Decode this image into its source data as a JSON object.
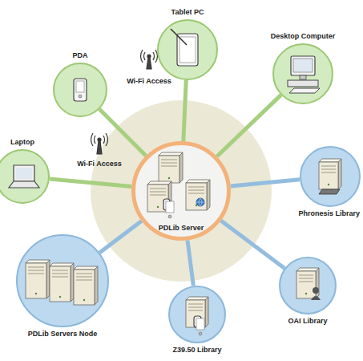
{
  "diagram": {
    "nodes": [
      {
        "text": [
          "Tablet PC"
        ]
      },
      {
        "text": [
          "PDA"
        ]
      },
      {
        "text": [
          "Desktop Computer"
        ]
      },
      {
        "text": [
          "Laptop"
        ]
      },
      {
        "text": [
          "PDLib Server"
        ]
      },
      {
        "text": [
          "Phronesis Library"
        ]
      },
      {
        "text": [
          "PDLib Servers Node"
        ]
      },
      {
        "text": [
          "OAI Library"
        ]
      },
      {
        "text": [
          "Z39.50 Library"
        ]
      }
    ],
    "edges": [
      {
        "from": 4,
        "to": 0,
        "arrow": "none"
      },
      {
        "from": 4,
        "to": 1,
        "arrow": "none"
      },
      {
        "from": 4,
        "to": 2,
        "arrow": "none"
      },
      {
        "from": 4,
        "to": 3,
        "arrow": "none"
      },
      {
        "from": 4,
        "to": 5,
        "arrow": "none"
      },
      {
        "from": 4,
        "to": 6,
        "arrow": "none"
      },
      {
        "from": 4,
        "to": 7,
        "arrow": "none"
      },
      {
        "from": 4,
        "to": 8,
        "arrow": "none"
      }
    ],
    "labels": [
      "Wi-Fi Access",
      "Wi-Fi Access"
    ]
  }
}
